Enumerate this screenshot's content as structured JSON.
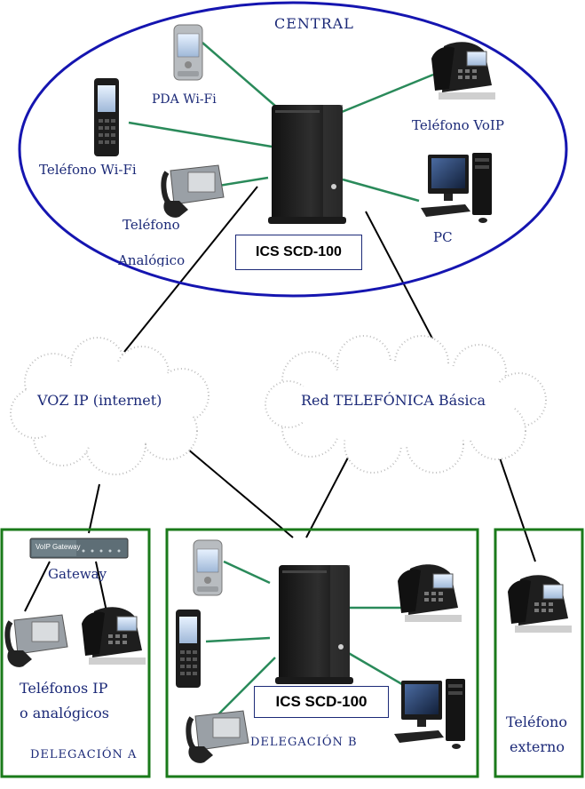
{
  "central": {
    "title": "CENTRAL",
    "server_label": "ICS SCD-100",
    "devices": {
      "pda": "PDA Wi-Fi",
      "wifi_phone": "Teléfono Wi-Fi",
      "analog_phone_line1": "Teléfono",
      "analog_phone_line2": "Analógico",
      "voip_phone": "Teléfono VoIP",
      "pc": "PC"
    }
  },
  "networks": {
    "voip": "VOZ IP (internet)",
    "pstn": "Red TELEFÓNICA Básica"
  },
  "delegacion_a": {
    "title": "DELEGACIÓN  A",
    "gateway_label": "Gateway",
    "gateway_device_text": "VoIP Gateway",
    "phones_line1": "Teléfonos IP",
    "phones_line2": "o analógicos"
  },
  "delegacion_b": {
    "title": "DELEGACIÓN  B",
    "server_label": "ICS SCD-100"
  },
  "external": {
    "line1": "Teléfono",
    "line2": "externo"
  },
  "colors": {
    "ellipse": "#1515b0",
    "box_border": "#1a7a1a",
    "link_green": "#2a8a5a",
    "link_black": "#000000",
    "label_text": "#1c2a78"
  }
}
